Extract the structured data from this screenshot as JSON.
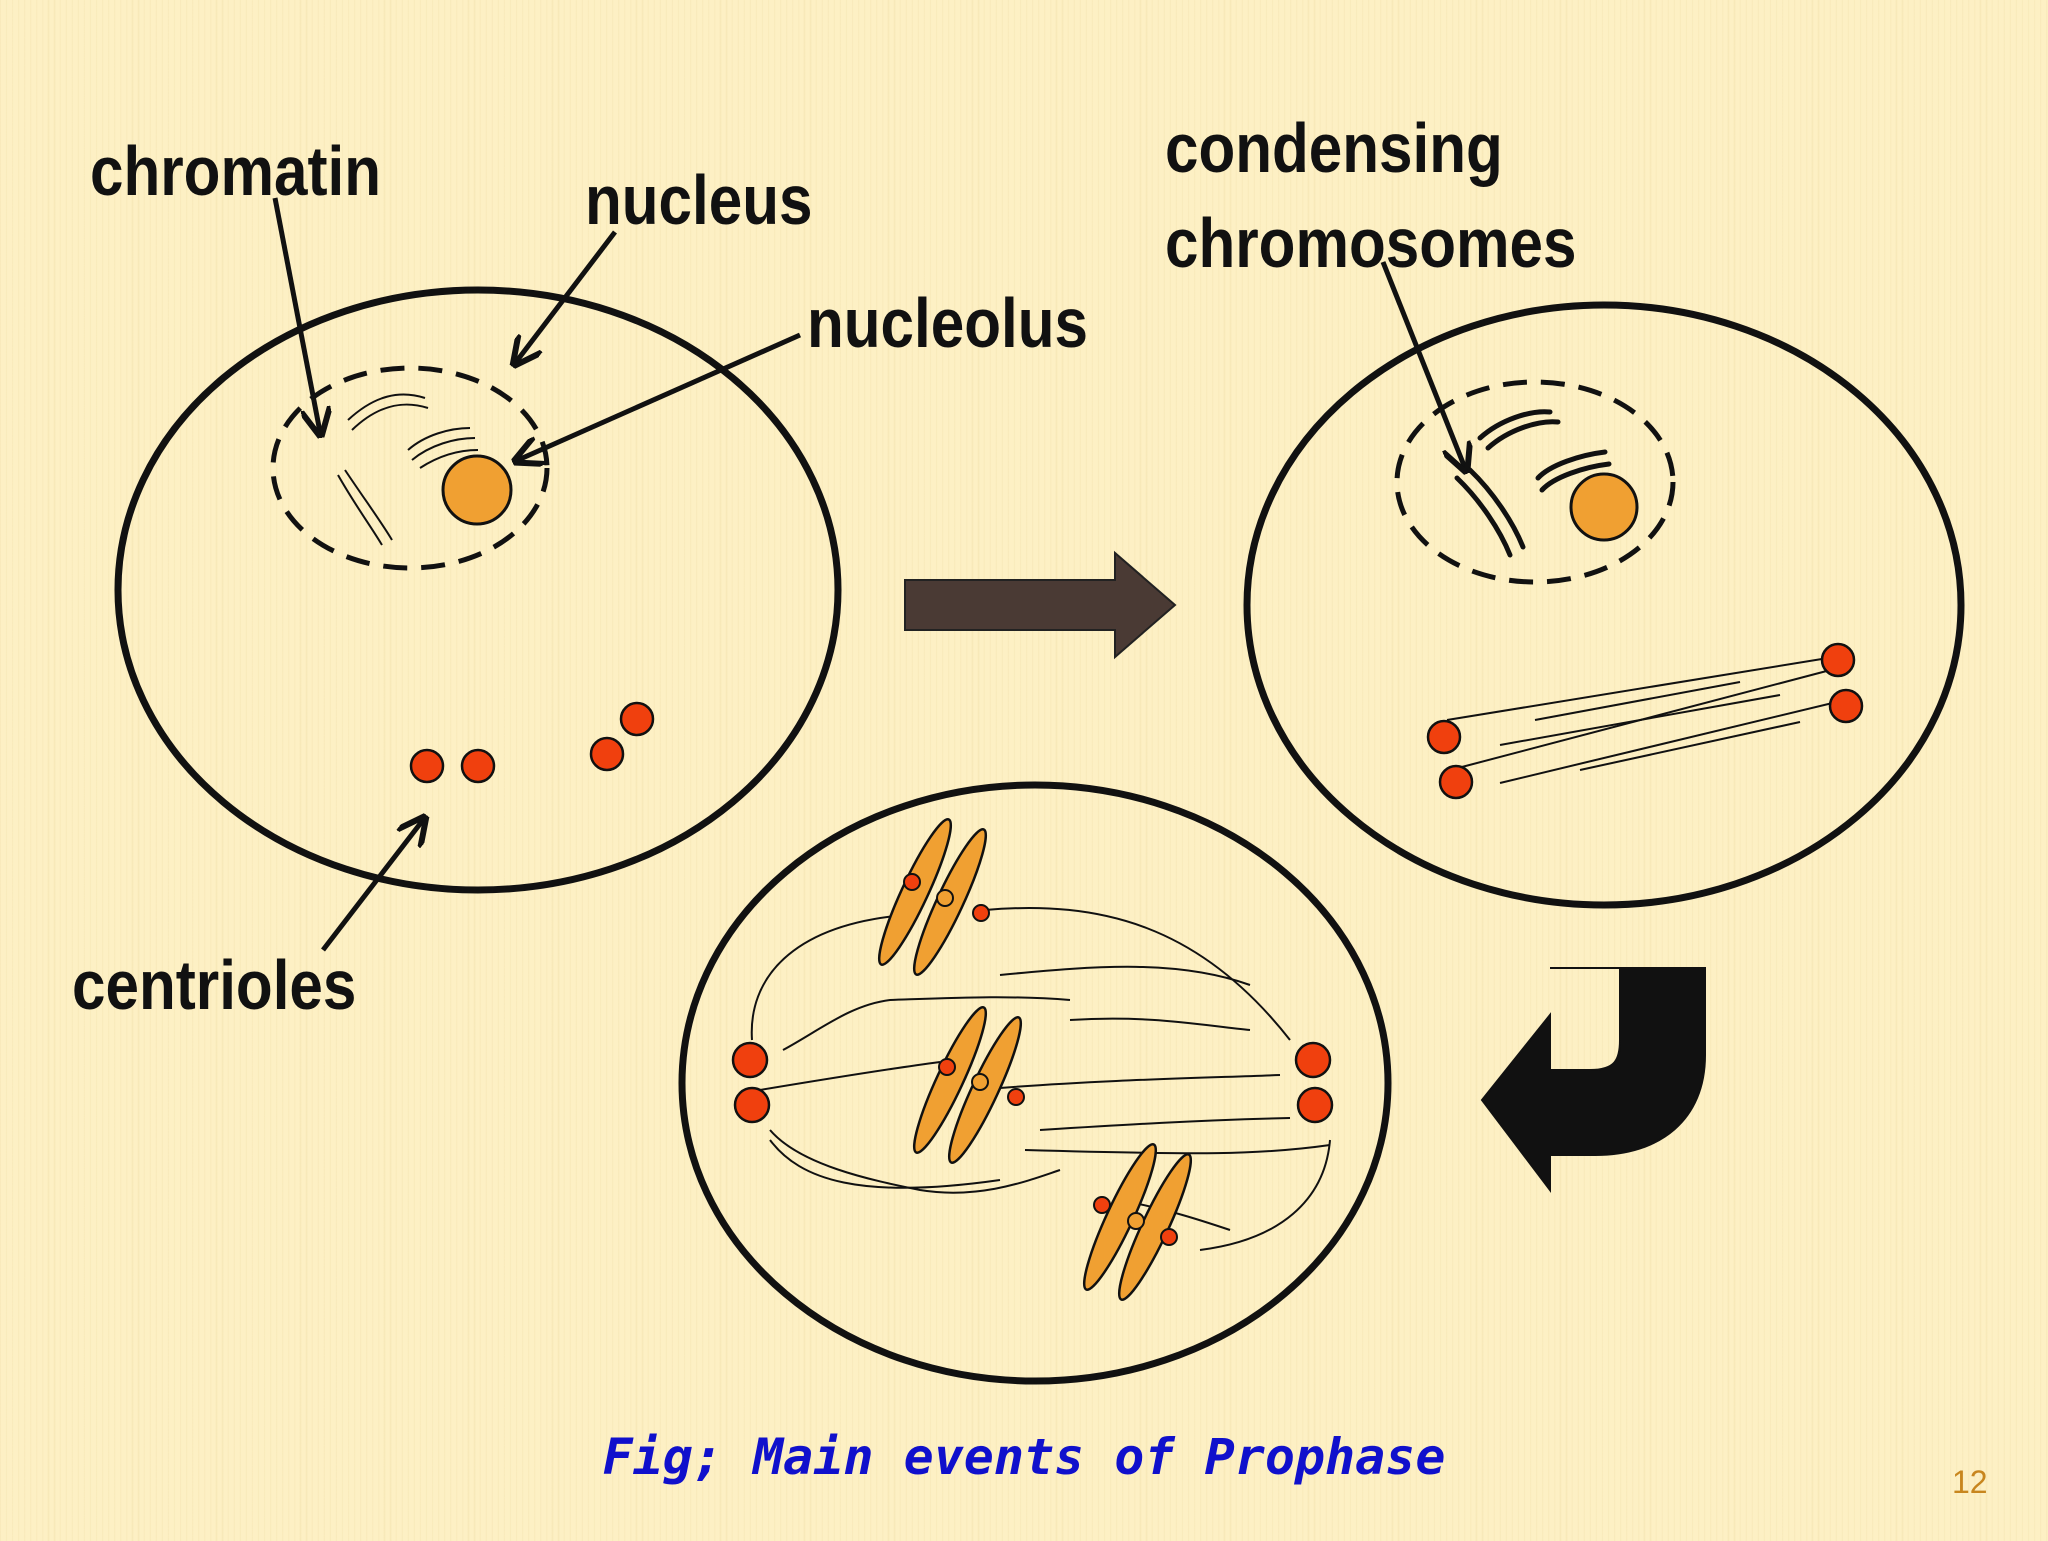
{
  "labels": {
    "chromatin": "chromatin",
    "nucleus": "nucleus",
    "nucleolus": "nucleolus",
    "centrioles": "centrioles",
    "condensing_line1": "condensing",
    "condensing_line2": "chromosomes"
  },
  "caption": "Fig; Main events of Prophase",
  "page_number": "12",
  "colors": {
    "background": "#fdf0c4",
    "outline": "#111111",
    "centriole_red": "#f0400e",
    "nucleolus_orange": "#f0a032",
    "process_arrow": "#4a3a34",
    "caption_blue": "#1010cc",
    "page_number": "#c8861e"
  }
}
